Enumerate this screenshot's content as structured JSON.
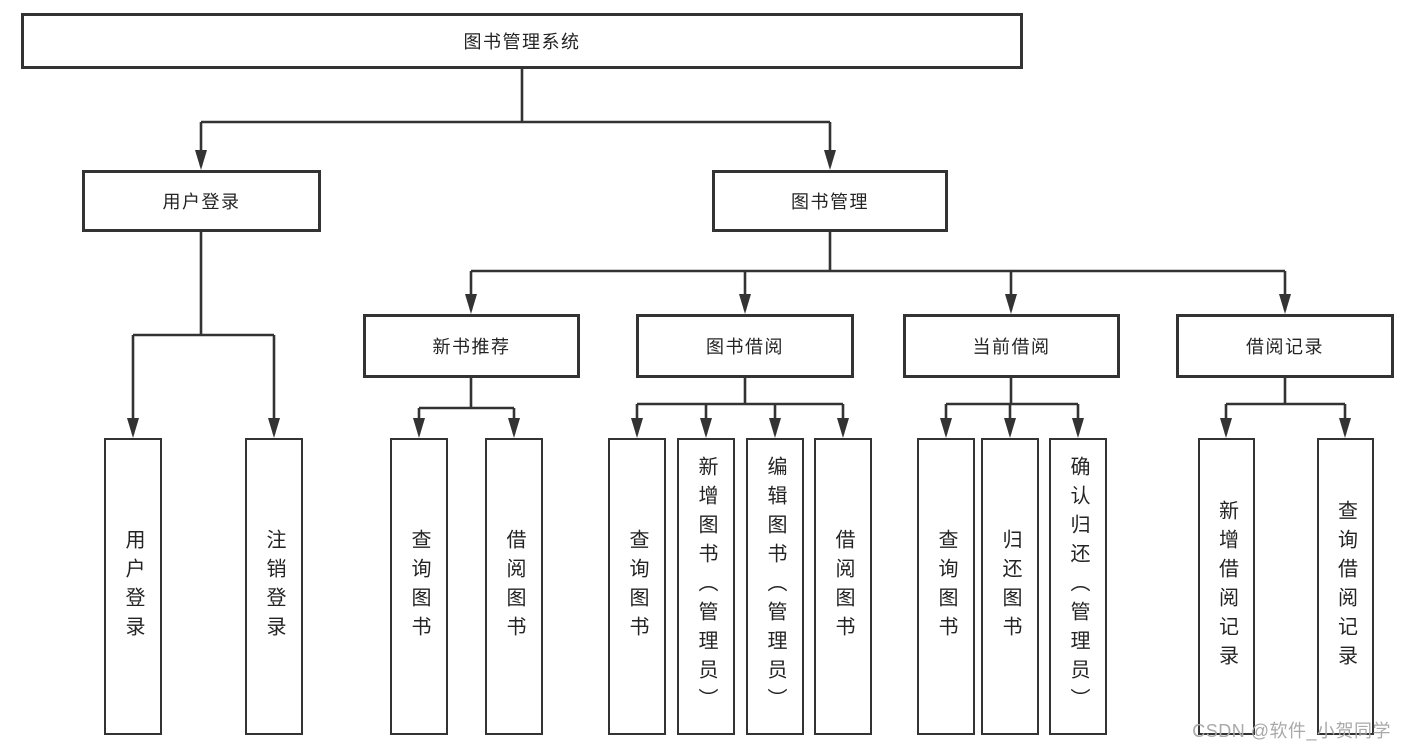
{
  "tree": {
    "root": {
      "label": "图书管理系统"
    },
    "level1": [
      {
        "label": "用户登录",
        "parent": "图书管理系统"
      },
      {
        "label": "图书管理",
        "parent": "图书管理系统"
      }
    ],
    "level2": [
      {
        "label": "新书推荐",
        "parent": "图书管理"
      },
      {
        "label": "图书借阅",
        "parent": "图书管理"
      },
      {
        "label": "当前借阅",
        "parent": "图书管理"
      },
      {
        "label": "借阅记录",
        "parent": "图书管理"
      }
    ],
    "leaves": [
      {
        "label": "用户登录",
        "parent": "用户登录"
      },
      {
        "label": "注销登录",
        "parent": "用户登录"
      },
      {
        "label": "查询图书",
        "parent": "新书推荐"
      },
      {
        "label": "借阅图书",
        "parent": "新书推荐"
      },
      {
        "label": "查询图书",
        "parent": "图书借阅"
      },
      {
        "label": "新增图书（管理员）",
        "parent": "图书借阅"
      },
      {
        "label": "编辑图书（管理员）",
        "parent": "图书借阅"
      },
      {
        "label": "借阅图书",
        "parent": "图书借阅"
      },
      {
        "label": "查询图书",
        "parent": "当前借阅"
      },
      {
        "label": "归还图书",
        "parent": "当前借阅"
      },
      {
        "label": "确认归还（管理员）",
        "parent": "当前借阅"
      },
      {
        "label": "新增借阅记录",
        "parent": "借阅记录"
      },
      {
        "label": "查询借阅记录",
        "parent": "借阅记录"
      }
    ]
  },
  "watermark": {
    "text": "CSDN @软件_小贺同学"
  },
  "colors": {
    "line": "#333333",
    "box_border": "#333333",
    "box_background": "#ffffff",
    "text": "#242424",
    "watermark": "#a9a9a9"
  }
}
